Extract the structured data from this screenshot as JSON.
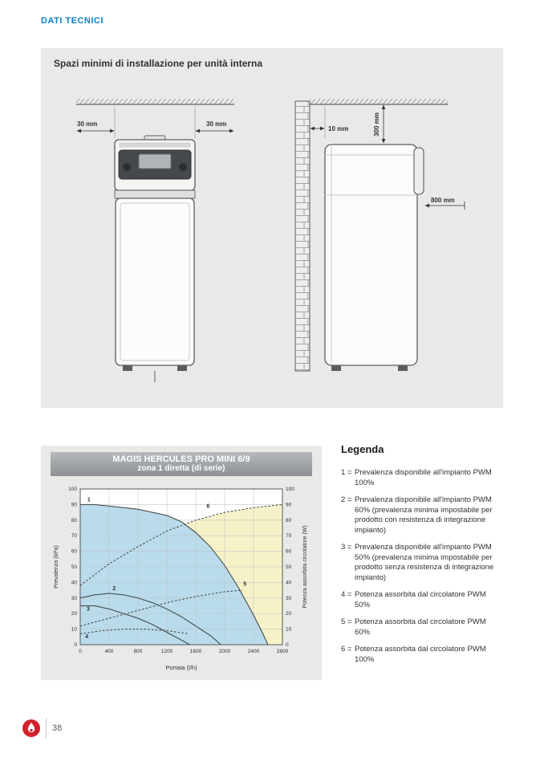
{
  "colors": {
    "accent_blue": "#0b7dc2",
    "logo_red": "#d2222d",
    "panel_gray": "#e9eae8",
    "chart_fill_blue": "#b9dbeb",
    "chart_fill_yellow": "#f6f2c8"
  },
  "page": {
    "header": "DATI TECNICI",
    "page_number": "38"
  },
  "installation": {
    "title": "Spazi minimi di installazione per unità interna",
    "front_view": {
      "dim_left": "30 mm",
      "dim_right": "30 mm"
    },
    "side_view": {
      "dim_wall_gap": "10 mm",
      "dim_top_clearance": "300 mm",
      "dim_front_clearance": "800 mm"
    }
  },
  "chart": {
    "title": "MAGIS HERCULES PRO MINI 6/9",
    "subtitle": "zona 1 diretta (di serie)"
  },
  "chart_data": {
    "type": "line",
    "title": "MAGIS HERCULES PRO MINI 6/9 - zona 1 diretta (di serie)",
    "xlabel": "Portata (l/h)",
    "ylabel_left": "Prevalenza (kPa)",
    "ylabel_right": "Potenza assorbita circolatore (W)",
    "xlim": [
      0,
      2800
    ],
    "ylim": [
      0,
      100
    ],
    "x_ticks": [
      0,
      400,
      800,
      1200,
      1600,
      2000,
      2400,
      2800
    ],
    "y_ticks": [
      0,
      10,
      20,
      30,
      40,
      50,
      60,
      70,
      80,
      90,
      100
    ],
    "grid": true,
    "series": [
      {
        "name": "1",
        "label": "Prevalenza disponibile all'impianto PWM 100%",
        "dash": false,
        "color": "#3a3e41",
        "fill": "#b9dbeb",
        "label_at": [
          120,
          92
        ],
        "points": [
          [
            0,
            90
          ],
          [
            200,
            90
          ],
          [
            400,
            89
          ],
          [
            600,
            88
          ],
          [
            800,
            87
          ],
          [
            1000,
            85
          ],
          [
            1200,
            83
          ],
          [
            1400,
            79
          ],
          [
            1600,
            72
          ],
          [
            1800,
            63
          ],
          [
            2000,
            51
          ],
          [
            2200,
            36
          ],
          [
            2400,
            19
          ],
          [
            2520,
            8
          ],
          [
            2600,
            0
          ]
        ]
      },
      {
        "name": "2",
        "label": "Prevalenza disponibile all'impianto PWM 60%",
        "dash": false,
        "color": "#3a3e41",
        "label_at": [
          470,
          35
        ],
        "points": [
          [
            0,
            30
          ],
          [
            200,
            32
          ],
          [
            400,
            33
          ],
          [
            600,
            32
          ],
          [
            800,
            30
          ],
          [
            1000,
            27
          ],
          [
            1200,
            23
          ],
          [
            1400,
            18
          ],
          [
            1600,
            12
          ],
          [
            1800,
            6
          ],
          [
            1950,
            0
          ]
        ]
      },
      {
        "name": "3",
        "label": "Prevalenza disponibile all'impianto PWM 50%",
        "dash": false,
        "color": "#3a3e41",
        "label_at": [
          110,
          22
        ],
        "points": [
          [
            0,
            25
          ],
          [
            200,
            25
          ],
          [
            400,
            23
          ],
          [
            600,
            20
          ],
          [
            800,
            17
          ],
          [
            1000,
            13
          ],
          [
            1200,
            8
          ],
          [
            1400,
            3
          ],
          [
            1520,
            0
          ]
        ]
      },
      {
        "name": "4",
        "label": "Potenza assorbita dal circolatore PWM 50%",
        "dash": true,
        "color": "#3a3e41",
        "label_at": [
          90,
          4
        ],
        "points": [
          [
            0,
            7
          ],
          [
            300,
            9
          ],
          [
            600,
            10
          ],
          [
            900,
            10
          ],
          [
            1200,
            9
          ],
          [
            1500,
            7
          ]
        ]
      },
      {
        "name": "5",
        "label": "Potenza assorbita dal circolatore PWM 60%",
        "dash": true,
        "color": "#3a3e41",
        "label_at": [
          2280,
          38
        ],
        "points": [
          [
            0,
            12
          ],
          [
            400,
            17
          ],
          [
            800,
            22
          ],
          [
            1200,
            27
          ],
          [
            1600,
            31
          ],
          [
            2000,
            34
          ],
          [
            2250,
            35
          ]
        ]
      },
      {
        "name": "6",
        "label": "Potenza assorbita dal circolatore PWM 100%",
        "dash": true,
        "color": "#3a3e41",
        "fill": "#f6f2c8",
        "label_at": [
          1770,
          88
        ],
        "points": [
          [
            0,
            38
          ],
          [
            400,
            52
          ],
          [
            800,
            63
          ],
          [
            1200,
            73
          ],
          [
            1600,
            80
          ],
          [
            2000,
            85
          ],
          [
            2400,
            88
          ],
          [
            2800,
            90
          ]
        ]
      }
    ]
  },
  "legend": {
    "title": "Legenda",
    "items": [
      {
        "num": "1 =",
        "text": "Prevalenza disponibile all'impianto PWM 100%"
      },
      {
        "num": "2 =",
        "text": "Prevalenza disponibile all'impianto PWM 60% (prevalenza minima impostabile per prodotto con resistenza di integrazione impianto)"
      },
      {
        "num": "3 =",
        "text": "Prevalenza disponibile all'impianto PWM 50% (prevalenza minima impostabile per prodotto senza resistenza di integrazione impianto)"
      },
      {
        "num": "4 =",
        "text": "Potenza assorbita dal circolatore PWM 50%"
      },
      {
        "num": "5 =",
        "text": "Potenza assorbita dal circolatore PWM 60%"
      },
      {
        "num": "6 =",
        "text": "Potenza assorbita dal circolatore PWM 100%"
      }
    ]
  }
}
